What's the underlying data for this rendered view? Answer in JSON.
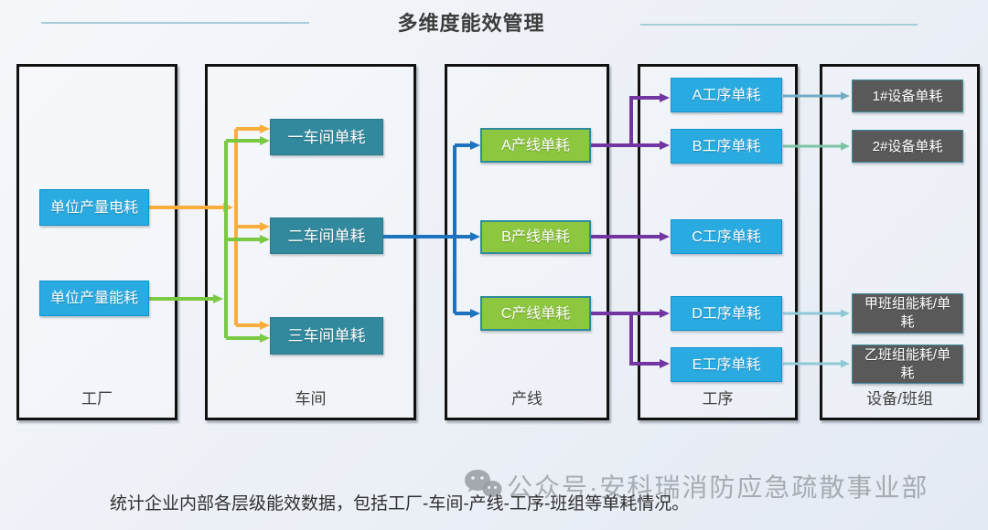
{
  "title": "多维度能效管理",
  "caption": "统计企业内部各层级能效数据，包括工厂-车间-产线-工序-班组等单耗情况。",
  "watermark": {
    "icon": "wechat-icon",
    "text": "公众号·安科瑞消防应急疏散事业部"
  },
  "columns": [
    {
      "label": "工厂",
      "nodes": [
        {
          "label": "单位产量电耗"
        },
        {
          "label": "单位产量能耗"
        }
      ]
    },
    {
      "label": "车间",
      "nodes": [
        {
          "label": "一车间单耗"
        },
        {
          "label": "二车间单耗"
        },
        {
          "label": "三车间单耗"
        }
      ]
    },
    {
      "label": "产线",
      "nodes": [
        {
          "label": "A产线单耗"
        },
        {
          "label": "B产线单耗"
        },
        {
          "label": "C产线单耗"
        }
      ]
    },
    {
      "label": "工序",
      "nodes": [
        {
          "label": "A工序单耗"
        },
        {
          "label": "B工序单耗"
        },
        {
          "label": "C工序单耗"
        },
        {
          "label": "D工序单耗"
        },
        {
          "label": "E工序单耗"
        }
      ]
    },
    {
      "label": "设备/班组",
      "nodes": [
        {
          "label": "1#设备单耗"
        },
        {
          "label": "2#设备单耗"
        },
        {
          "label": "甲班组能耗/单耗"
        },
        {
          "label": "乙班组能耗/单耗"
        }
      ]
    }
  ],
  "connections": [
    {
      "from": "单位产量电耗",
      "to": [
        "一车间单耗",
        "二车间单耗",
        "三车间单耗"
      ],
      "color": "#f9ae3b"
    },
    {
      "from": "单位产量能耗",
      "to": [
        "一车间单耗",
        "二车间单耗",
        "三车间单耗"
      ],
      "color": "#7ac943"
    },
    {
      "from": "二车间单耗",
      "to": [
        "A产线单耗",
        "B产线单耗",
        "C产线单耗"
      ],
      "color": "#1e73be"
    },
    {
      "from": "A产线单耗",
      "to": [
        "A工序单耗",
        "B工序单耗"
      ],
      "color": "#7335a2"
    },
    {
      "from": "B产线单耗",
      "to": [
        "C工序单耗"
      ],
      "color": "#7335a2"
    },
    {
      "from": "C产线单耗",
      "to": [
        "D工序单耗",
        "E工序单耗"
      ],
      "color": "#7335a2"
    },
    {
      "from": "A工序单耗",
      "to": [
        "1#设备单耗"
      ],
      "color": "#74acc3"
    },
    {
      "from": "B工序单耗",
      "to": [
        "2#设备单耗"
      ],
      "color": "#7bc4a4"
    },
    {
      "from": "D工序单耗",
      "to": [
        "甲班组能耗/单耗"
      ],
      "color": "#8fc9d8"
    },
    {
      "from": "E工序单耗",
      "to": [
        "乙班组能耗/单耗"
      ],
      "color": "#8fc9d8"
    }
  ],
  "colors": {
    "node_blue": "#29abe2",
    "node_teal": "#31899e",
    "node_green": "#8dc63f",
    "node_gray": "#595959",
    "arrow_orange": "#f9ae3b",
    "arrow_green": "#7ac943",
    "arrow_blue": "#1e73be",
    "arrow_purple": "#7335a2",
    "arrow_lightblue": "#74acc3",
    "arrow_lightteal": "#7bc4a4",
    "arrow_lightcyan": "#8fc9d8",
    "deco_line": "#a8cbd8",
    "column_border": "#111111"
  }
}
